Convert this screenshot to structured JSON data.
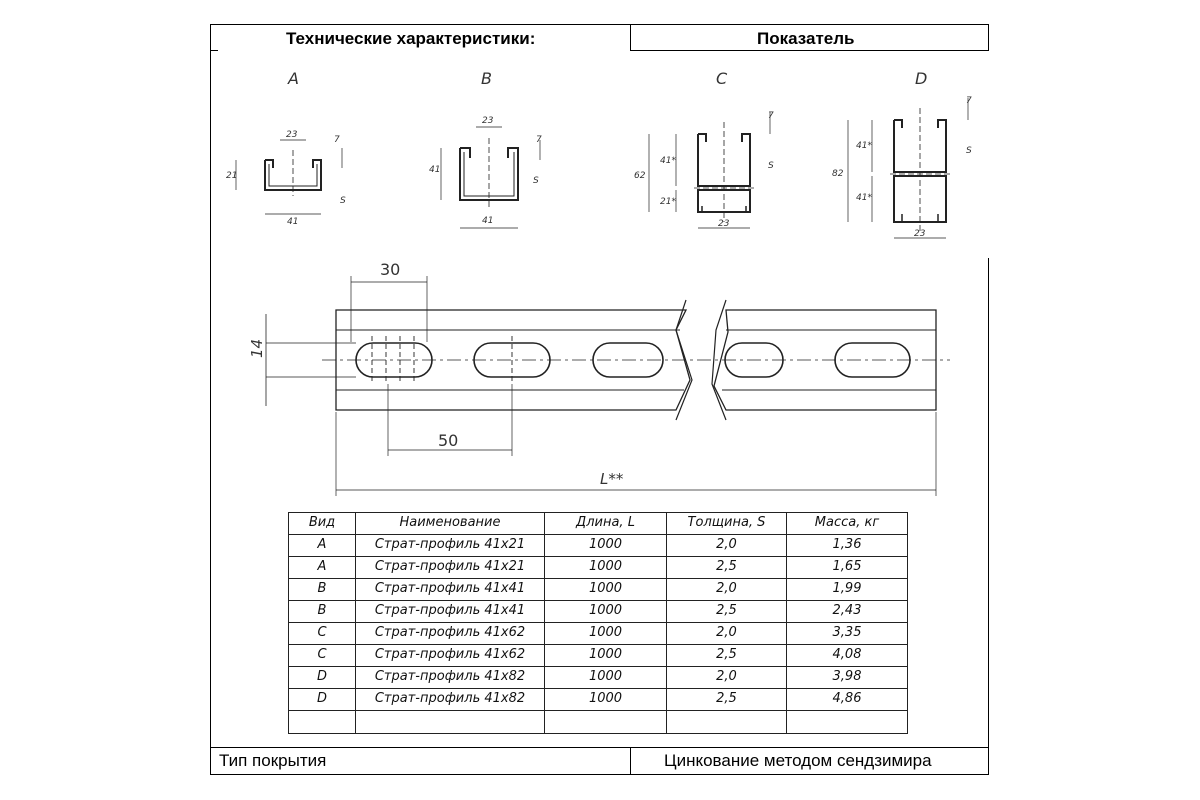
{
  "header": {
    "left": "Технические характеристики:",
    "right": "Показатель"
  },
  "footer": {
    "left": "Тип покрытия",
    "right": "Цинкование методом сендзимира"
  },
  "drawing": {
    "profiles": [
      "A",
      "B",
      "C",
      "D"
    ],
    "profile_dims": {
      "A": {
        "width": "23",
        "total": "41",
        "height": "21",
        "lip": "7",
        "s": "S"
      },
      "B": {
        "width": "23",
        "total": "41",
        "height": "41",
        "lip": "7",
        "s": "S"
      },
      "C": {
        "width": "23",
        "h_total": "62",
        "h_top": "41*",
        "h_bottom": "21*",
        "lip": "7",
        "s": "S"
      },
      "D": {
        "width": "23",
        "h_total": "82",
        "h_top": "41*",
        "h_bottom": "41*",
        "lip": "7",
        "s": "S"
      }
    },
    "strut": {
      "slot_width": "30",
      "slot_pitch": "50",
      "slot_height": "14",
      "length": "L**"
    }
  },
  "table": {
    "columns": [
      "Вид",
      "Наименование",
      "Длина, L",
      "Толщина, S",
      "Масса, кг"
    ],
    "rows": [
      [
        "A",
        "Страт-профиль 41x21",
        "1000",
        "2,0",
        "1,36"
      ],
      [
        "A",
        "Страт-профиль 41x21",
        "1000",
        "2,5",
        "1,65"
      ],
      [
        "B",
        "Страт-профиль 41x41",
        "1000",
        "2,0",
        "1,99"
      ],
      [
        "B",
        "Страт-профиль 41x41",
        "1000",
        "2,5",
        "2,43"
      ],
      [
        "C",
        "Страт-профиль 41x62",
        "1000",
        "2,0",
        "3,35"
      ],
      [
        "C",
        "Страт-профиль 41x62",
        "1000",
        "2,5",
        "4,08"
      ],
      [
        "D",
        "Страт-профиль 41x82",
        "1000",
        "2,0",
        "3,98"
      ],
      [
        "D",
        "Страт-профиль 41x82",
        "1000",
        "2,5",
        "4,86"
      ],
      [
        "",
        "",
        "",
        "",
        ""
      ]
    ]
  }
}
